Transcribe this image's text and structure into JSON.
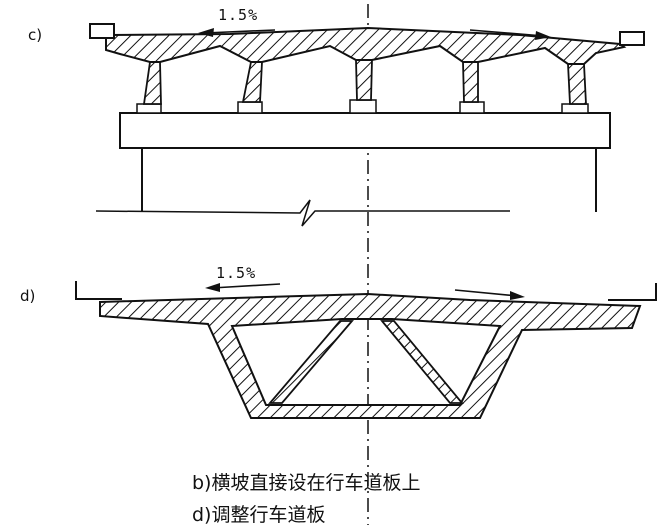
{
  "diagram": {
    "top": {
      "label": "c)",
      "slope": "1.5%"
    },
    "bottom": {
      "label": "d)",
      "slope": "1.5%"
    },
    "captions": [
      "b)横坡直接设在行车道板上",
      "d)调整行车道板"
    ]
  }
}
